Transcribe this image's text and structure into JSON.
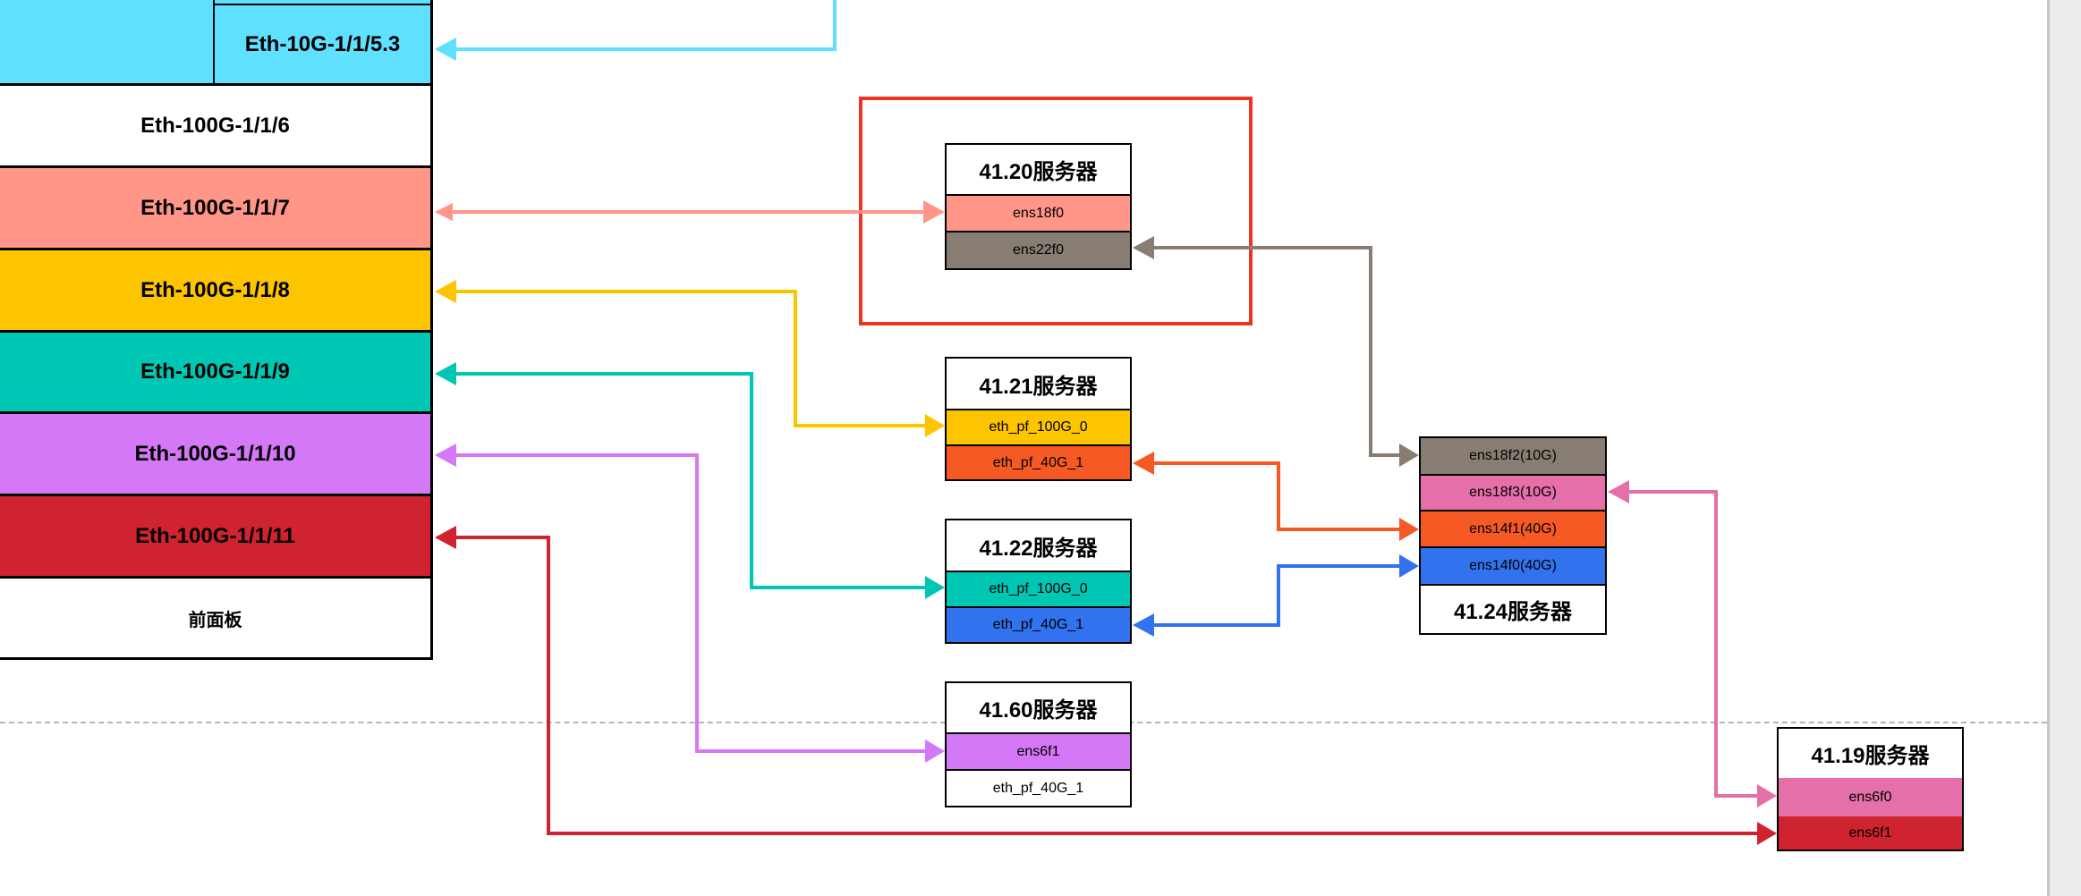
{
  "front_panel": {
    "title": "前面板",
    "ports": [
      {
        "label": "Eth-10G-1/1/5.3",
        "color": "#5fe0ff"
      },
      {
        "label": "Eth-100G-1/1/6",
        "color": "#ffffff"
      },
      {
        "label": "Eth-100G-1/1/7",
        "color": "#ff9688"
      },
      {
        "label": "Eth-100G-1/1/8",
        "color": "#fcc500"
      },
      {
        "label": "Eth-100G-1/1/9",
        "color": "#00c7b3"
      },
      {
        "label": "Eth-100G-1/1/10",
        "color": "#d478f8"
      },
      {
        "label": "Eth-100G-1/1/11",
        "color": "#cf2330"
      }
    ]
  },
  "servers": {
    "s4120": {
      "title": "41.20服务器",
      "ports": [
        "ens18f0",
        "ens22f0"
      ]
    },
    "s4121": {
      "title": "41.21服务器",
      "ports": [
        "eth_pf_100G_0",
        "eth_pf_40G_1"
      ]
    },
    "s4122": {
      "title": "41.22服务器",
      "ports": [
        "eth_pf_100G_0",
        "eth_pf_40G_1"
      ]
    },
    "s4160": {
      "title": "41.60服务器",
      "ports": [
        "ens6f1",
        "eth_pf_40G_1"
      ]
    },
    "s4124": {
      "title": "41.24服务器",
      "ports": [
        "ens18f2(10G)",
        "ens18f3(10G)",
        "ens14f1(40G)",
        "ens14f0(40G)"
      ]
    },
    "s4119": {
      "title": "41.19服务器",
      "ports": [
        "ens6f0",
        "ens6f1"
      ]
    }
  },
  "colors": {
    "cyan": "#5fe0ff",
    "salmon": "#ff9688",
    "yellow": "#fcc500",
    "teal": "#00c7b3",
    "purple": "#d478f8",
    "crimson": "#cf2330",
    "gray": "#877d73",
    "orange": "#f55a25",
    "blue": "#3272ee",
    "pink": "#e46fa9",
    "highlight": "#ee3325"
  }
}
